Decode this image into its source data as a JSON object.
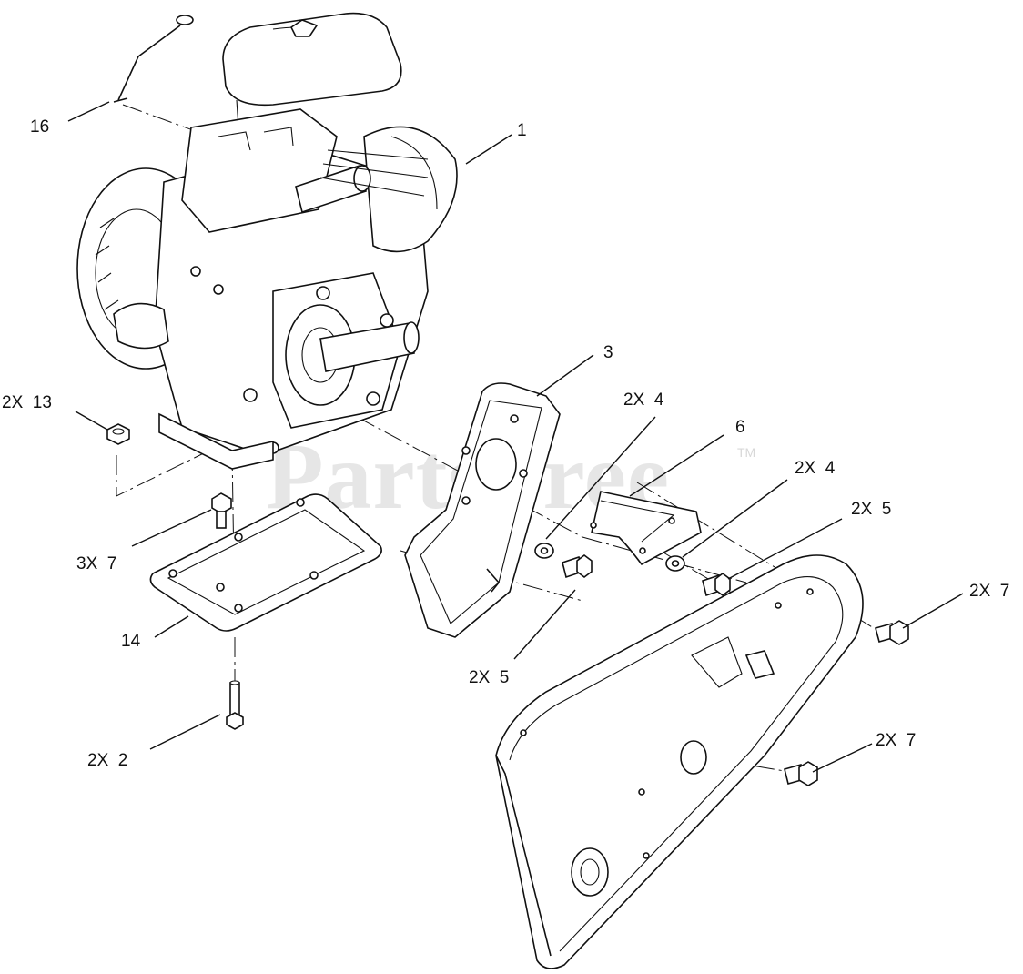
{
  "watermark": {
    "brand": "PartsTree",
    "tm": "TM"
  },
  "callouts": [
    {
      "id": "16",
      "text": "16"
    },
    {
      "id": "1",
      "text": "1"
    },
    {
      "id": "2x13",
      "text": "2X  13"
    },
    {
      "id": "3",
      "text": "3"
    },
    {
      "id": "2x4a",
      "text": "2X  4"
    },
    {
      "id": "6",
      "text": "6"
    },
    {
      "id": "2x4b",
      "text": "2X  4"
    },
    {
      "id": "2x5a",
      "text": "2X  5"
    },
    {
      "id": "3x7",
      "text": "3X  7"
    },
    {
      "id": "2x7a",
      "text": "2X  7"
    },
    {
      "id": "14",
      "text": "14"
    },
    {
      "id": "2x5b",
      "text": "2X  5"
    },
    {
      "id": "2x2",
      "text": "2X  2"
    },
    {
      "id": "2x7b",
      "text": "2X  7"
    }
  ]
}
